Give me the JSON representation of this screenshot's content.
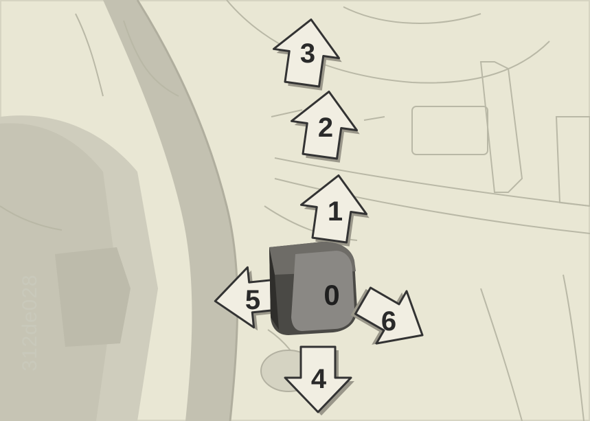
{
  "diagram": {
    "positions": [
      {
        "id": "0",
        "label": "0"
      },
      {
        "id": "1",
        "label": "1"
      },
      {
        "id": "2",
        "label": "2"
      },
      {
        "id": "3",
        "label": "3"
      },
      {
        "id": "4",
        "label": "4"
      },
      {
        "id": "5",
        "label": "5"
      },
      {
        "id": "6",
        "label": "6"
      }
    ],
    "code": "312de028"
  },
  "colors": {
    "background": "#e9e7d4",
    "line_art": "#b9b8a6",
    "arrow_fill": "#f1eee2",
    "arrow_outline": "#333333",
    "arrow_shadow": "#9a978a",
    "knob_dark": "#4a4945",
    "knob_face": "#8a8884"
  }
}
